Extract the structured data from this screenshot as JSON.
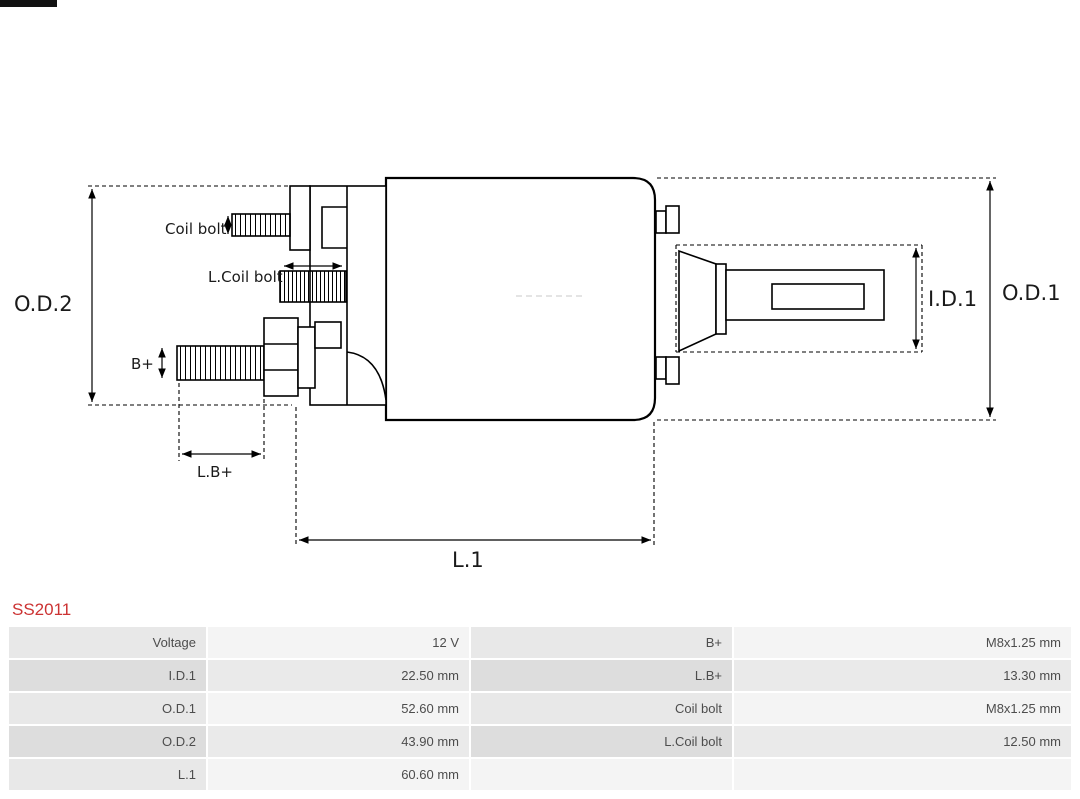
{
  "page": {
    "title": "SS2011",
    "title_color": "#cc3333"
  },
  "diagram": {
    "type": "starter-solenoid-technical-drawing",
    "labels": {
      "od2": "O.D.2",
      "od1": "O.D.1",
      "id1": "I.D.1",
      "l1": "L.1",
      "b_plus": "B+",
      "lb_plus": "L.B+",
      "coil_bolt": "Coil bolt",
      "l_coil_bolt": "L.Coil bolt"
    }
  },
  "spec_table": {
    "rows": [
      {
        "label_left": "Voltage",
        "value_left": "12 V",
        "label_right": "B+",
        "value_right": "M8x1.25 mm"
      },
      {
        "label_left": "I.D.1",
        "value_left": "22.50 mm",
        "label_right": "L.B+",
        "value_right": "13.30 mm"
      },
      {
        "label_left": "O.D.1",
        "value_left": "52.60 mm",
        "label_right": "Coil bolt",
        "value_right": "M8x1.25 mm"
      },
      {
        "label_left": "O.D.2",
        "value_left": "43.90 mm",
        "label_right": "L.Coil bolt",
        "value_right": "12.50 mm"
      },
      {
        "label_left": "L.1",
        "value_left": "60.60 mm",
        "label_right": "",
        "value_right": ""
      }
    ]
  }
}
